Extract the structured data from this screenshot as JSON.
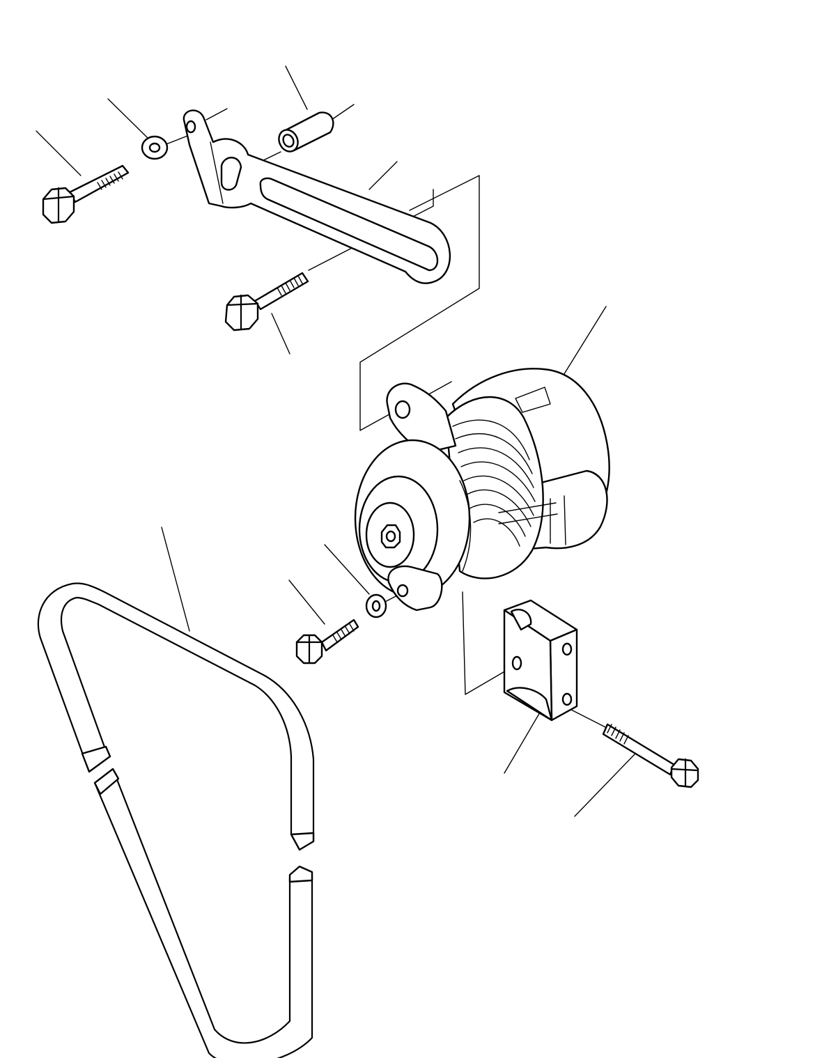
{
  "diagram": {
    "type": "exploded-parts-view",
    "style": "black line art on white",
    "colors": {
      "line": "#000000",
      "background": "#ffffff"
    },
    "parts": [
      "bolt-upper-left",
      "washer-upper",
      "adjusting-bracket",
      "spacer-sleeve",
      "bolt-bracket-slot",
      "alternator",
      "bolt-alternator-lower",
      "washer-lower",
      "mounting-block",
      "bolt-mounting-block",
      "v-belt"
    ]
  }
}
